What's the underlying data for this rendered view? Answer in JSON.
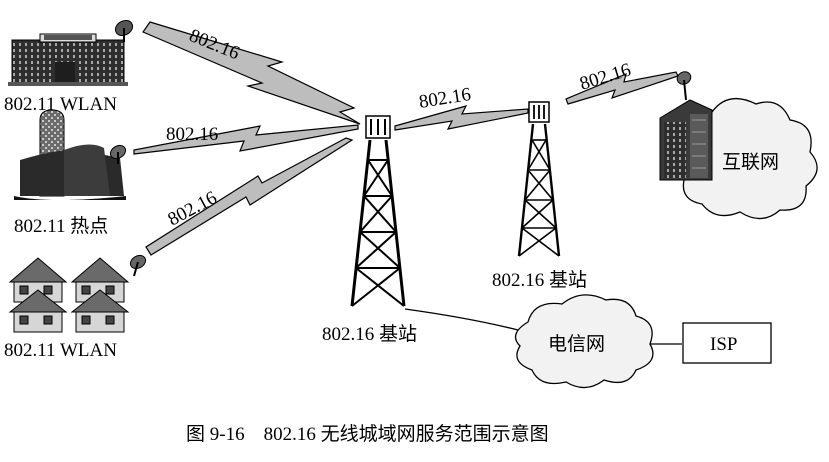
{
  "nodes": {
    "wlan_top": {
      "label": "802.11 WLAN",
      "icon": "office-building-icon"
    },
    "hotspot": {
      "label": "802.11 热点",
      "icon": "silo-farm-icon"
    },
    "wlan_bottom": {
      "label": "802.11 WLAN",
      "icon": "houses-icon"
    },
    "base_station_main": {
      "label": "802.16 基站",
      "icon": "radio-tower-icon"
    },
    "base_station_relay": {
      "label": "802.16 基站",
      "icon": "radio-tower-icon"
    },
    "internet": {
      "label": "互联网",
      "icon": "skyscraper-cloud-icon"
    },
    "telecom": {
      "label": "电信网",
      "icon": "cloud-icon"
    },
    "isp": {
      "label": "ISP"
    }
  },
  "links": {
    "wlan_top_to_main": "802.16",
    "hotspot_to_main": "802.16",
    "wlan_bottom_to_main": "802.16",
    "main_to_relay": "802.16",
    "relay_to_internet": "802.16"
  },
  "caption": "图 9-16    802.16 无线城域网服务范围示意图",
  "colors": {
    "ink": "#000000",
    "link_fill": "#bdbdbd",
    "cloud_fill": "#f2f2f2",
    "building_dark": "#3a3a3a"
  }
}
